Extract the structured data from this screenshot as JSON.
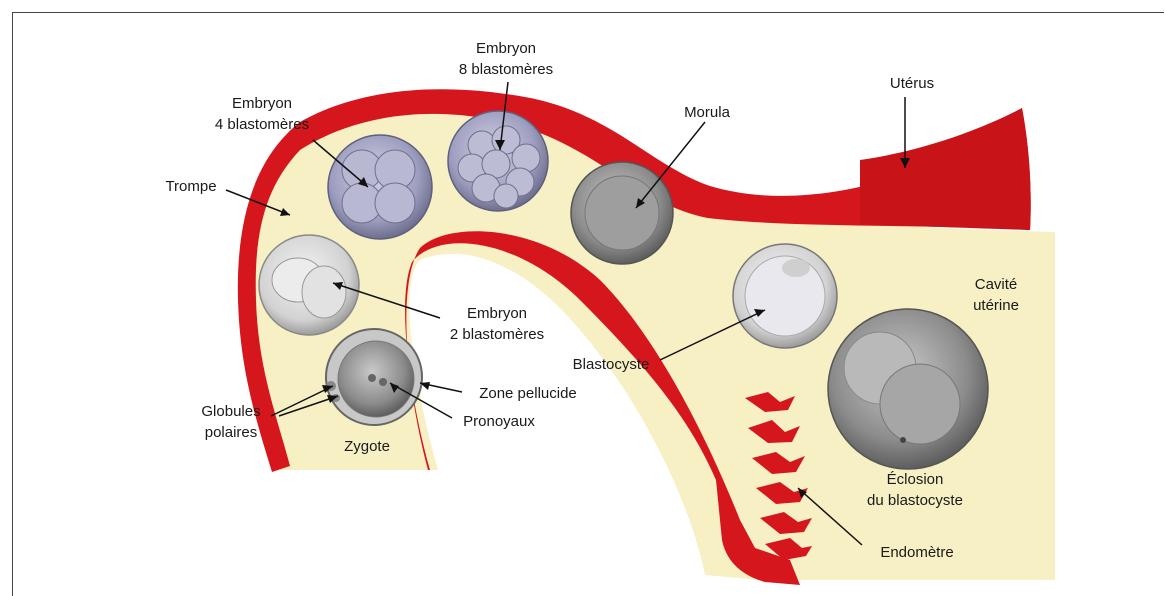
{
  "labels": {
    "embryo8_l1": "Embryon",
    "embryo8_l2": "8 blastomères",
    "uterus": "Utérus",
    "embryo4_l1": "Embryon",
    "embryo4_l2": "4 blastomères",
    "morula": "Morula",
    "trompe": "Trompe",
    "cavity_l1": "Cavité",
    "cavity_l2": "utérine",
    "embryo2_l1": "Embryon",
    "embryo2_l2": "2 blastomères",
    "blastocyst": "Blastocyste",
    "zona": "Zone pellucide",
    "globules_l1": "Globules",
    "globules_l2": "polaires",
    "pronuclei": "Pronoyaux",
    "zygote": "Zygote",
    "hatching_l1": "Éclosion",
    "hatching_l2": "du blastocyste",
    "endometrium": "Endomètre"
  },
  "colors": {
    "wall": "#d5161d",
    "wall_dark": "#a20f15",
    "lumen": "#f6f0c4",
    "cell_blue": "#a8a8c6",
    "cell_gray": "#9a9a9a",
    "cell_light": "#dedede"
  }
}
